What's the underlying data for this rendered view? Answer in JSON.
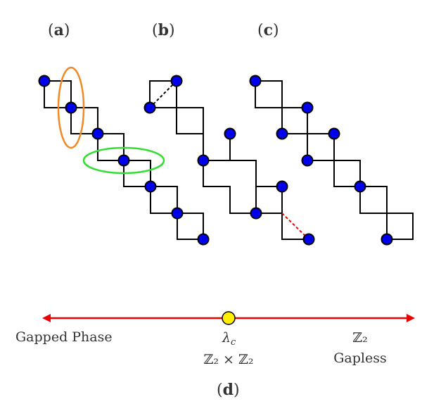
{
  "panels": {
    "a": {
      "open": "(",
      "letter": "a",
      "close": ")"
    },
    "b": {
      "open": "(",
      "letter": "b",
      "close": ")"
    },
    "c": {
      "open": "(",
      "letter": "c",
      "close": ")"
    },
    "d": {
      "open": "(",
      "letter": "d",
      "close": ")"
    }
  },
  "phase_line": {
    "left_label": "Gapped Phase",
    "critical_symbol": "λ",
    "critical_sub": "c",
    "critical_phase": "ℤ₂ × ℤ₂",
    "right_symbol": "ℤ₂",
    "right_label": "Gapless"
  },
  "colors": {
    "node": "#0000ee",
    "orange_ellipse": "#f08a24",
    "green_ellipse": "#33dd33",
    "phase_line": "#ee0000",
    "critical_point": "#ffee00",
    "dashed_b": "#000000",
    "dashed_c": "#ee0000"
  }
}
